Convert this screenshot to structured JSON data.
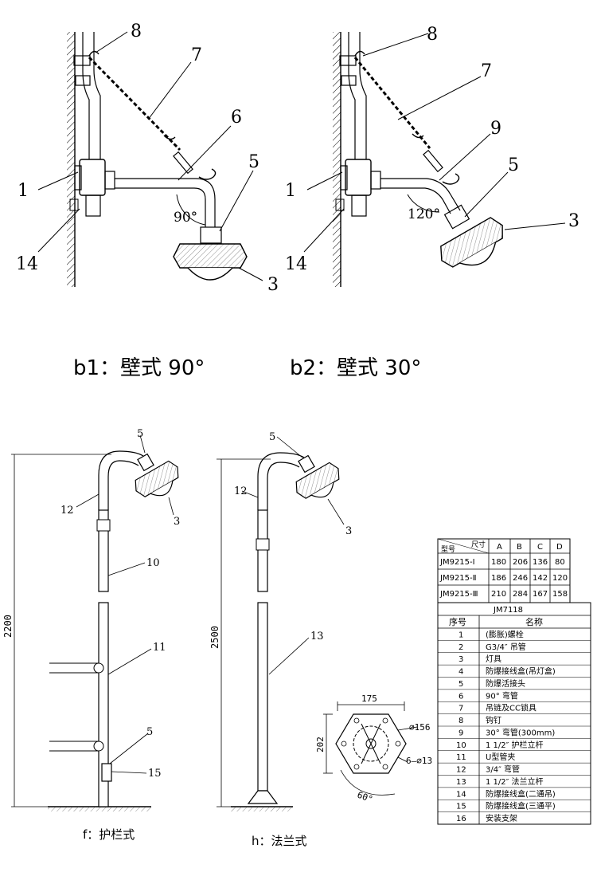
{
  "top": {
    "left_callouts": [
      "8",
      "7",
      "6",
      "5",
      "1",
      "14",
      "3"
    ],
    "left_angle": "90°",
    "left_caption": "b1：壁式 90°",
    "right_callouts": [
      "8",
      "7",
      "9",
      "5",
      "1",
      "14",
      "3"
    ],
    "right_angle": "120°",
    "right_caption": "b2：壁式 30°"
  },
  "guardrail": {
    "callouts": [
      "5",
      "12",
      "3",
      "10",
      "11",
      "5",
      "15"
    ],
    "height": "2200",
    "caption": "f：护栏式"
  },
  "flange": {
    "callouts": [
      "5",
      "12",
      "3",
      "13"
    ],
    "height": "2500",
    "caption": "h：法兰式"
  },
  "base": {
    "width": "175",
    "height": "202",
    "hole": "⌀156",
    "bolt": "6–⌀13",
    "angle": "60°"
  },
  "dim_table": {
    "corner_top": "尺寸",
    "corner_bottom": "型号",
    "columns": [
      "A",
      "B",
      "C",
      "D"
    ],
    "rows": [
      {
        "model": "JM9215-Ⅰ",
        "values": [
          "180",
          "206",
          "136",
          "80"
        ]
      },
      {
        "model": "JM9215-Ⅱ",
        "values": [
          "186",
          "246",
          "142",
          "120"
        ]
      },
      {
        "model": "JM9215-Ⅲ",
        "values": [
          "210",
          "284",
          "167",
          "158"
        ]
      }
    ]
  },
  "parts_table": {
    "title": "JM7118",
    "header_no": "序号",
    "header_name": "名称",
    "rows": [
      {
        "no": "1",
        "name": "(膨胀)螺栓"
      },
      {
        "no": "2",
        "name": "G3/4″ 吊管"
      },
      {
        "no": "3",
        "name": "灯具"
      },
      {
        "no": "4",
        "name": "防爆接线盒(吊灯盒)"
      },
      {
        "no": "5",
        "name": "防爆活接头"
      },
      {
        "no": "6",
        "name": "90° 弯管"
      },
      {
        "no": "7",
        "name": "吊链及CC锁具"
      },
      {
        "no": "8",
        "name": "钩钉"
      },
      {
        "no": "9",
        "name": "30° 弯管(300mm)"
      },
      {
        "no": "10",
        "name": "1 1/2″ 护栏立杆"
      },
      {
        "no": "11",
        "name": "U型管夹"
      },
      {
        "no": "12",
        "name": "3/4″ 弯管"
      },
      {
        "no": "13",
        "name": "1 1/2″ 法兰立杆"
      },
      {
        "no": "14",
        "name": "防爆接线盒(二通吊)"
      },
      {
        "no": "15",
        "name": "防爆接线盒(三通平)"
      },
      {
        "no": "16",
        "name": "安装支架"
      }
    ]
  }
}
